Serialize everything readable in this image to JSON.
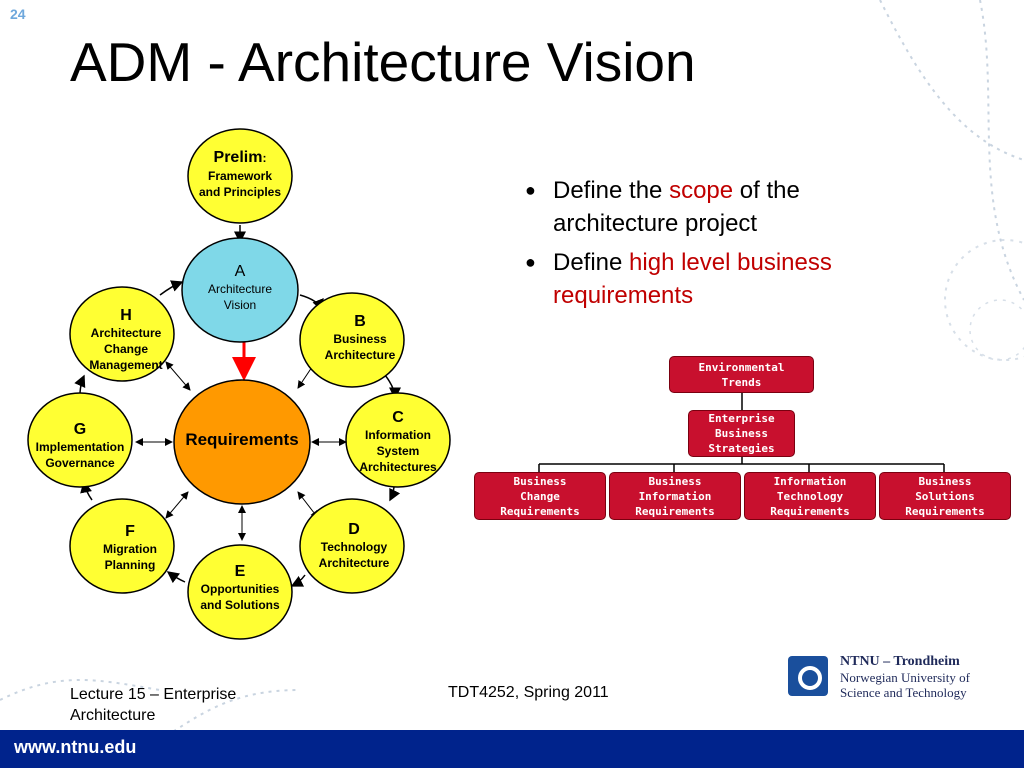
{
  "slide_number": "24",
  "title": "ADM - Architecture Vision",
  "cycle": {
    "prelim": {
      "letter": "Prelim",
      "colon": ":",
      "lines": [
        "Framework",
        "and Principles"
      ]
    },
    "a": {
      "letter": "A",
      "lines": [
        "Architecture",
        "Vision"
      ]
    },
    "b": {
      "letter": "B",
      "lines": [
        "Business",
        "Architecture"
      ]
    },
    "c": {
      "letter": "C",
      "lines": [
        "Information",
        "System",
        "Architectures"
      ]
    },
    "d": {
      "letter": "D",
      "lines": [
        "Technology",
        "Architecture"
      ]
    },
    "e": {
      "letter": "E",
      "lines": [
        "Opportunities",
        "and Solutions"
      ]
    },
    "f": {
      "letter": "F",
      "lines": [
        "Migration",
        "Planning"
      ]
    },
    "g": {
      "letter": "G",
      "lines": [
        "Implementation",
        "Governance"
      ]
    },
    "h": {
      "letter": "H",
      "lines": [
        "Architecture",
        "Change",
        "Management"
      ]
    },
    "center": "Requirements",
    "colors": {
      "node": "#ffff33",
      "vision": "#7fd8e8",
      "center": "#ff9900",
      "highlight_arrow": "#ff0000"
    }
  },
  "bullets": [
    {
      "pre": "Define the ",
      "highlight": "scope",
      "post": " of the architecture project"
    },
    {
      "pre": "Define ",
      "highlight": "high level business requirements",
      "post": ""
    }
  ],
  "hierarchy": {
    "root": [
      "Environmental",
      "Trends"
    ],
    "mid": [
      "Enterprise",
      "Business",
      "Strategies"
    ],
    "leaves": [
      [
        "Business",
        "Change",
        "Requirements"
      ],
      [
        "Business",
        "Information",
        "Requirements"
      ],
      [
        "Information",
        "Technology",
        "Requirements"
      ],
      [
        "Business",
        "Solutions",
        "Requirements"
      ]
    ],
    "color": "#c8102e"
  },
  "footer": {
    "left": [
      "Lecture 15 – Enterprise",
      "Architecture"
    ],
    "center": "TDT4252, Spring 2011",
    "url": "www.ntnu.edu",
    "org": [
      "NTNU – Trondheim",
      "Norwegian University of",
      "Science and Technology"
    ]
  }
}
